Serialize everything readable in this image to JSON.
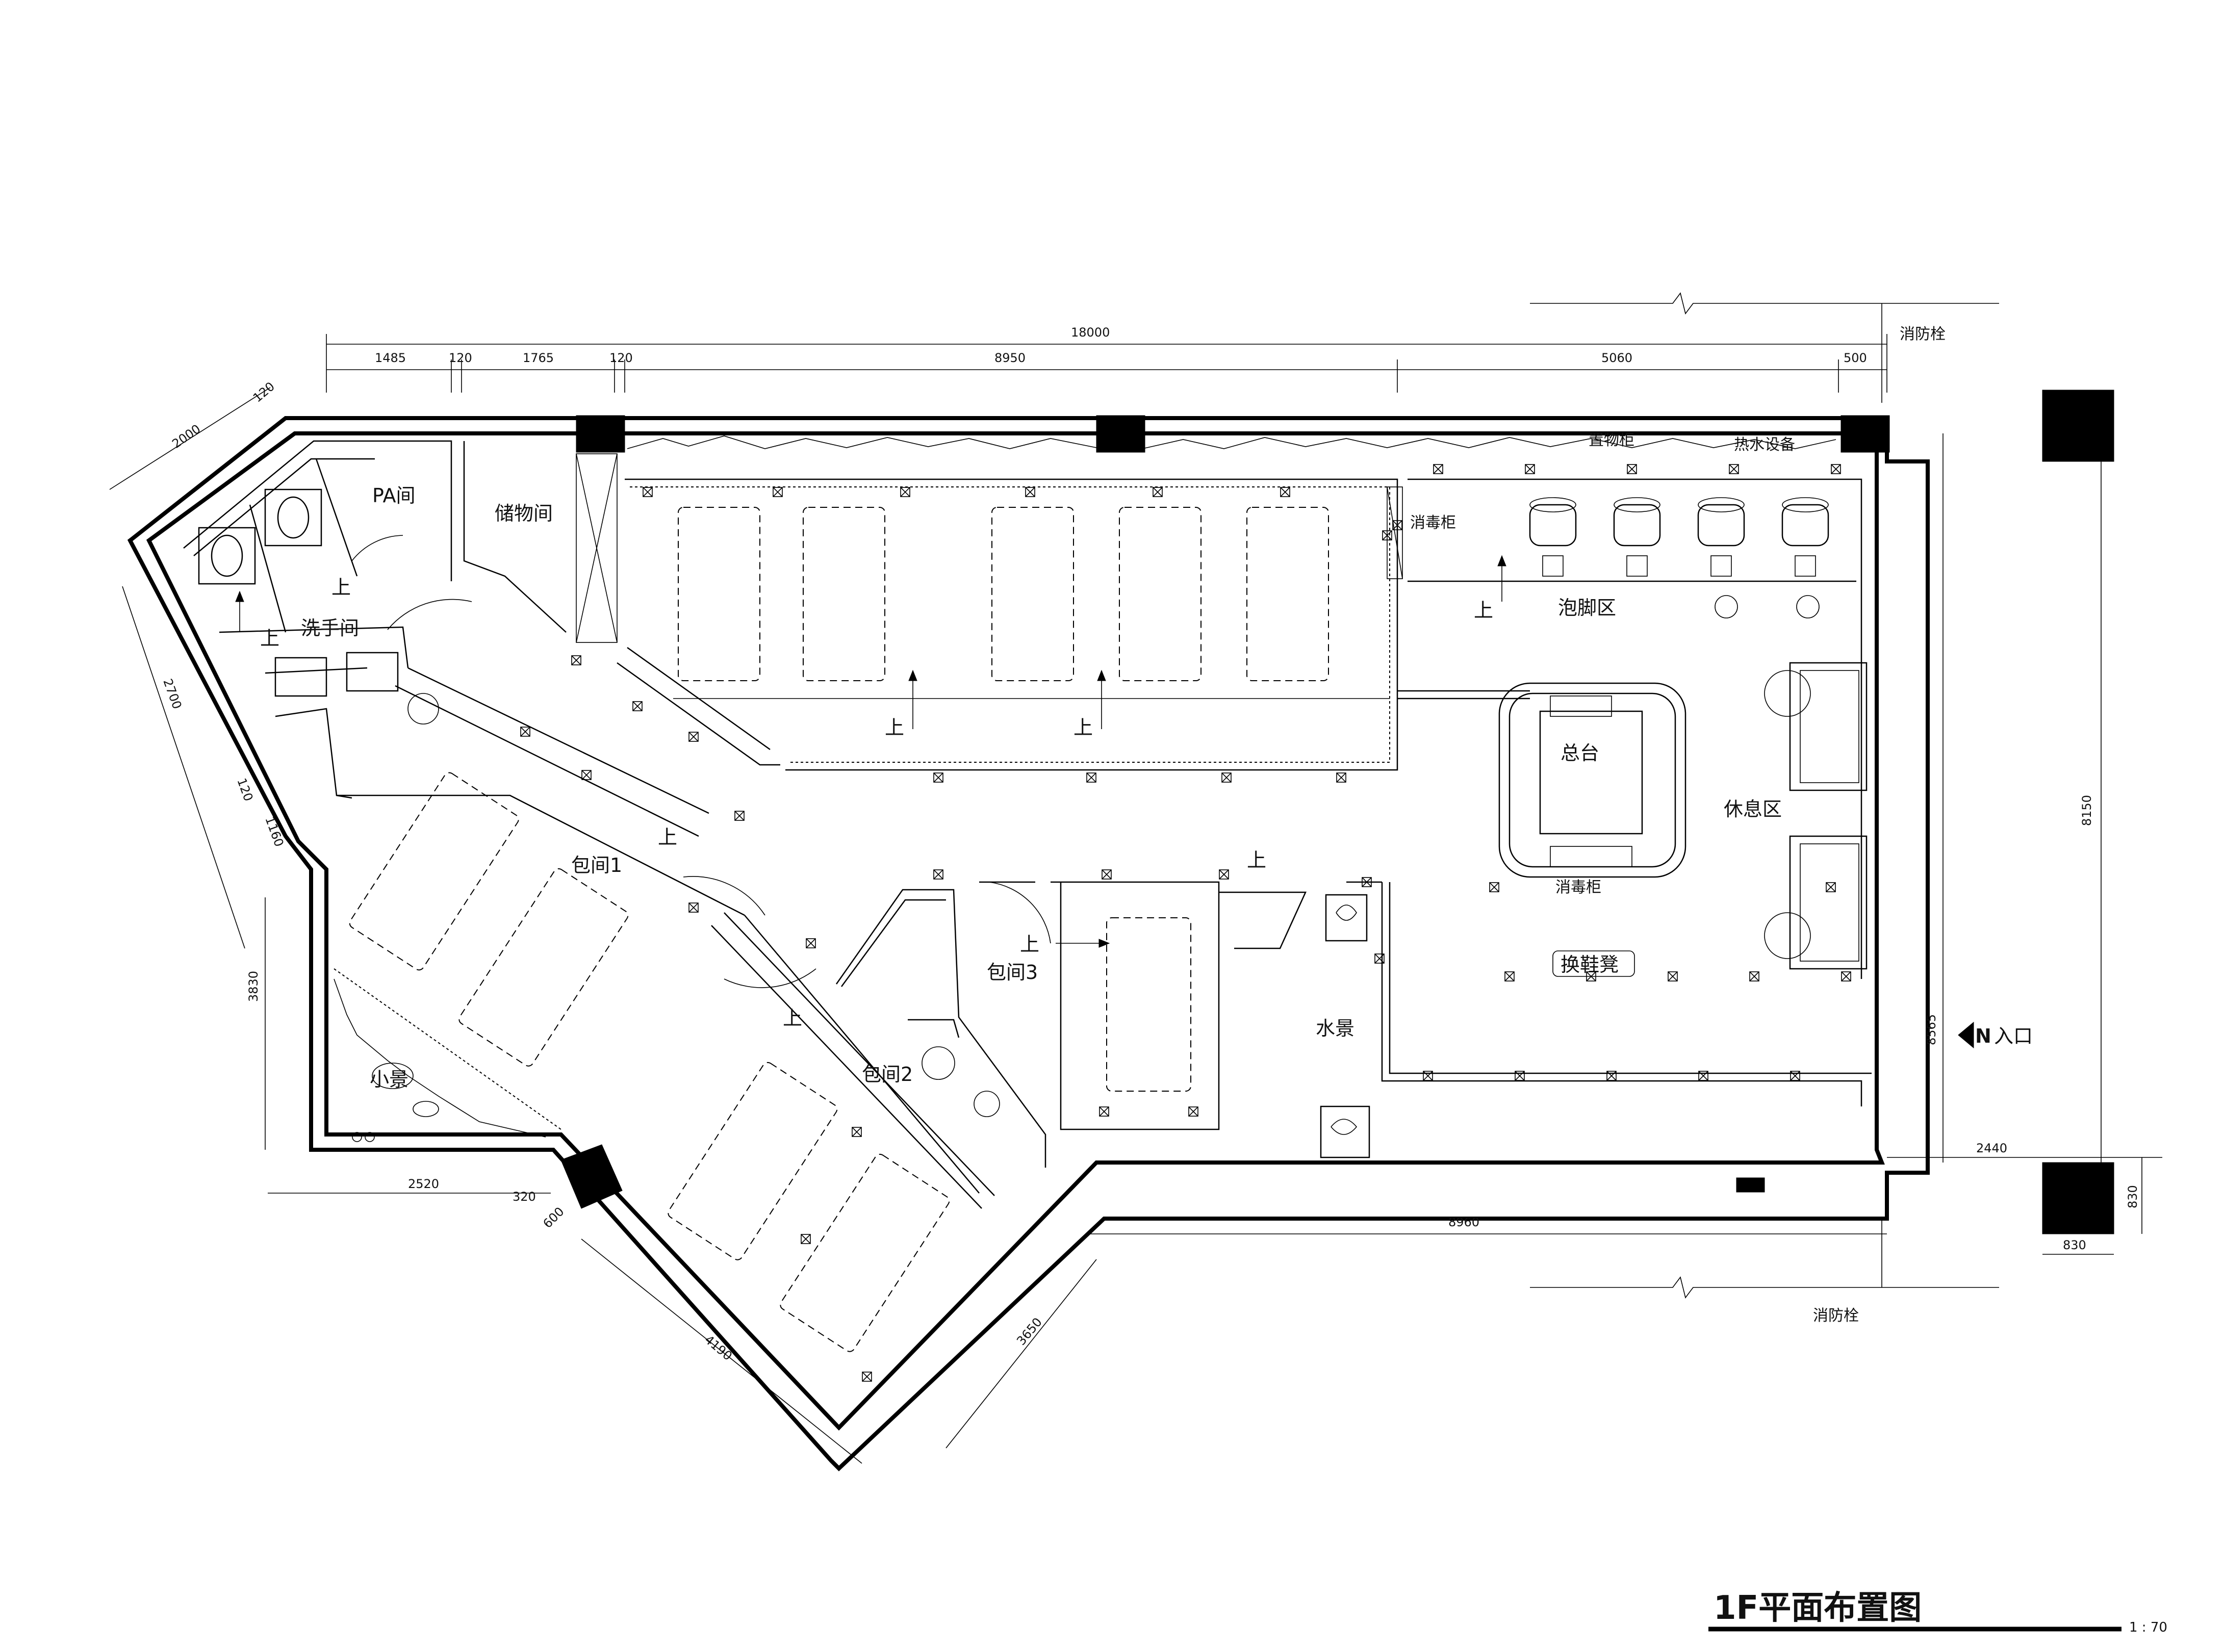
{
  "title": "1F平面布置图",
  "scale": "1 : 70",
  "entrance_label": "入口",
  "north_symbol": "N",
  "rooms": {
    "pa_room": "PA间",
    "storage": "储物间",
    "washroom": "洗手间",
    "private_1": "包间1",
    "private_2": "包间2",
    "private_3": "包间3",
    "foot_bath": "泡脚区",
    "front_desk": "总台",
    "lounge": "休息区",
    "disinfect_top": "消毒柜",
    "disinfect_desk": "消毒柜",
    "shoe_bench": "换鞋凳",
    "water_feature": "水景",
    "small_feature": "小景",
    "shelf": "置物柜",
    "hot_water": "热水设备",
    "hydrant_top": "消防栓",
    "hydrant_bottom": "消防栓"
  },
  "up_marks": [
    "上",
    "上",
    "上",
    "上",
    "上",
    "上",
    "上",
    "上",
    "上"
  ],
  "dimensions": {
    "top_total": "18000",
    "top_1": "1485",
    "top_2": "120",
    "top_3": "1765",
    "top_4": "120",
    "top_5": "8950",
    "top_6": "5060",
    "top_7": "500",
    "left_a": "120",
    "left_b": "2000",
    "left_c": "2700",
    "left_d": "120",
    "left_e": "1160",
    "left_f": "3830",
    "bottom_1": "2520",
    "bottom_2": "320",
    "bottom_3": "600",
    "diag_1": "4190",
    "diag_2": "3650",
    "bottom_long": "8960",
    "right_1": "8150",
    "right_2": "8565",
    "right_3": "2440",
    "col_w": "830",
    "col_h": "830"
  }
}
